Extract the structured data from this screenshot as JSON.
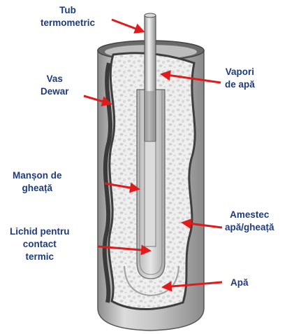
{
  "labels": {
    "tub_termometric": [
      "Tub",
      "termometric"
    ],
    "vas_dewar": [
      "Vas",
      "Dewar"
    ],
    "manson_gheata": [
      "Manșon de",
      "gheață"
    ],
    "lichid_contact": [
      "Lichid pentru",
      "contact",
      "termic"
    ],
    "vapori_apa": [
      "Vapori",
      "de apă"
    ],
    "amestec": [
      "Amestec",
      "apă/gheață"
    ],
    "apa": [
      "Apă"
    ]
  },
  "colors": {
    "label_text": "#1f3b7a",
    "arrow": "#e01b1b",
    "dewar_outer": "#b9b9b9",
    "dewar_wall": "#4a4a4a",
    "ice_fill": "#ececec"
  }
}
